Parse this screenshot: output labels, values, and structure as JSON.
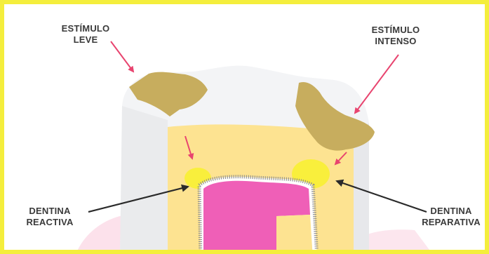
{
  "labels": {
    "estimulo_leve": [
      "ESTÍMULO",
      "LEVE"
    ],
    "estimulo_intenso": [
      "ESTÍMULO",
      "INTENSO"
    ],
    "dentina_reactiva": [
      "DENTINA",
      "REACTIVA"
    ],
    "dentina_reparativa": [
      "DENTINA",
      "REPARATIVA"
    ]
  },
  "colors": {
    "border": "#f4ee3c",
    "enamel": "#f3f4f6",
    "dentin": "#fde391",
    "tertiary_dentin": "#f9ef3c",
    "pulp": "#ef5fb7",
    "caries": "#c7ad5e",
    "arrow_red": "#e8446f",
    "arrow_dark": "#2a2a2a",
    "gingiva": "#fbd9e6"
  }
}
